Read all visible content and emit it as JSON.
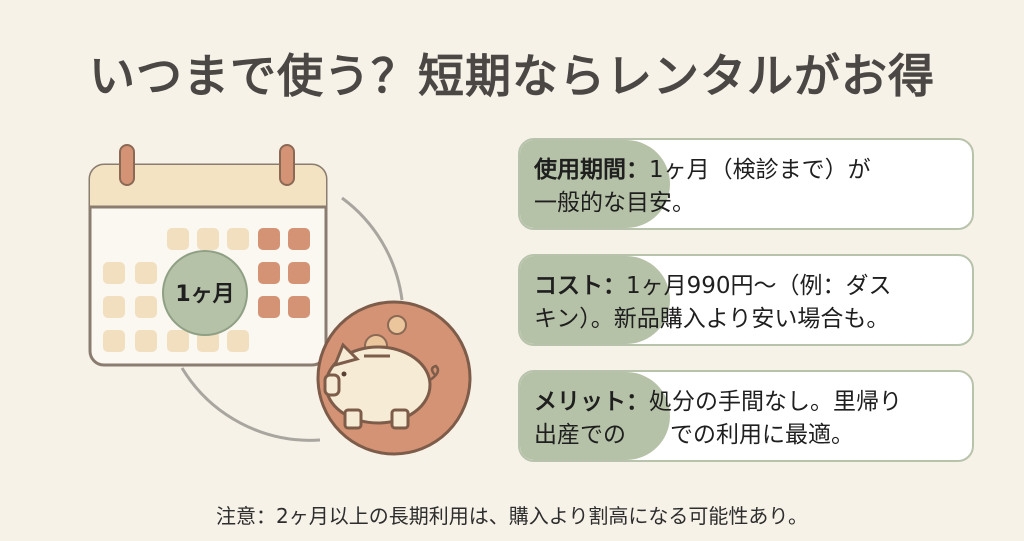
{
  "title": "いつまで使う？短期ならレンタルがお得",
  "illustration": {
    "calendar_badge": "1ヶ月",
    "icons": [
      "calendar-icon",
      "piggy-bank-icon",
      "coin-icon"
    ],
    "colors": {
      "accent_green": "#b5c2a7",
      "terracotta": "#d49374",
      "cream": "#f3e3c3"
    }
  },
  "cards": [
    {
      "label": "使用期間：",
      "line1": "1ヶ月（検診まで）が",
      "line2": "一般的な目安。"
    },
    {
      "label": "コスト：",
      "line1": "1ヶ月990円〜（例：ダス",
      "line2": "キン）。新品購入より安い場合も。"
    },
    {
      "label": "メリット：",
      "line1": "処分の手間なし。里帰り",
      "line2_label": "出産での",
      "line2": "での利用に最適。"
    }
  ],
  "note": "注意：2ヶ月以上の長期利用は、購入より割高になる可能性あり。"
}
